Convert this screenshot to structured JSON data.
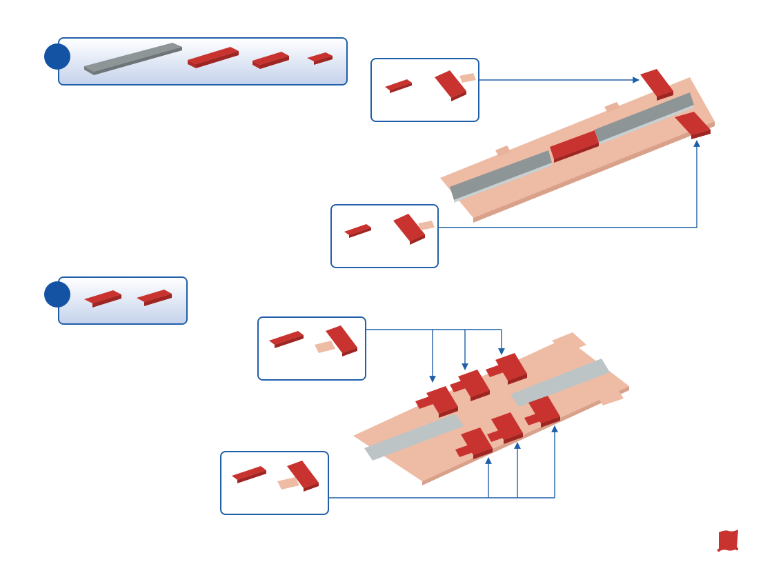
{
  "colors": {
    "accent_blue": "#1f5fa8",
    "step_dot": "#1452a3",
    "brick_red": "#c8332f",
    "brick_red_dark": "#9e2522",
    "base_pink": "#eebba5",
    "base_pink_dark": "#d9a08a",
    "plate_grey": "#8e9597",
    "plate_grey_light": "#bcc4c6"
  },
  "steps": [
    {
      "id": "step-1",
      "parts": [
        "grey-long-plate",
        "red-plate-1x6",
        "red-plate-1x4",
        "red-plate-1x2"
      ]
    },
    {
      "id": "step-2",
      "parts": [
        "red-plate-1x4",
        "red-plate-1x4"
      ]
    }
  ],
  "icons": {
    "page_marker": "red-flag-icon",
    "callout_arrow": "arrow-icon"
  }
}
